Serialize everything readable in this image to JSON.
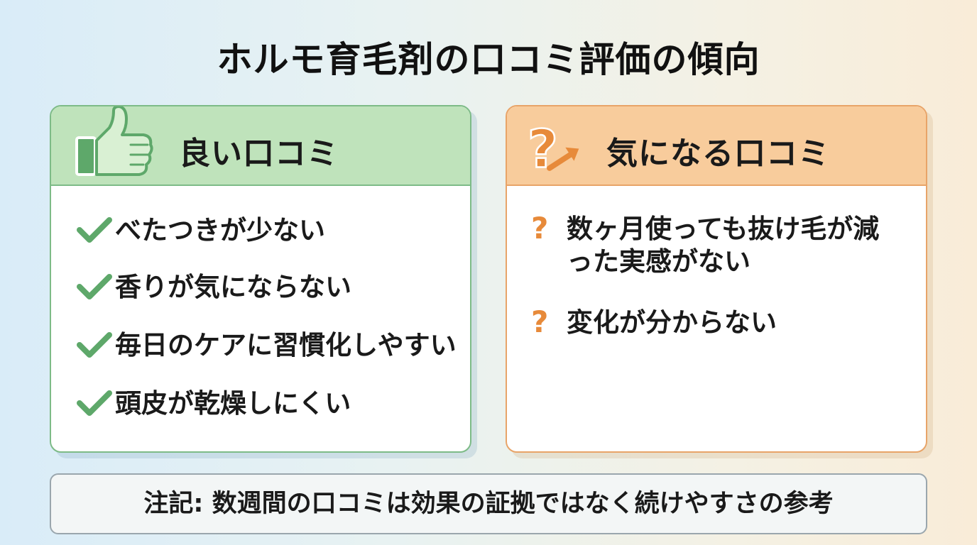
{
  "title": "ホルモ育毛剤の口コミ評価の傾向",
  "good": {
    "icon": "thumbs-up-icon",
    "heading": "良い口コミ",
    "items": [
      "べたつきが少ない",
      "香りが気にならない",
      "毎日のケアに習慣化しやすい",
      "頭皮が乾燥しにくい"
    ]
  },
  "concern": {
    "icon": "question-arrow-icon",
    "heading": "気になる口コミ",
    "items": [
      "数ヶ月使っても抜け毛が減った実感がない",
      "変化が分からない"
    ]
  },
  "note": "注記: 数週間の口コミは効果の証拠ではなく続けやすさの参考",
  "colors": {
    "good_accent": "#5ea86a",
    "good_header": "#bfe3bb",
    "concern_accent": "#e78a3a",
    "concern_header": "#f8cc9c"
  }
}
